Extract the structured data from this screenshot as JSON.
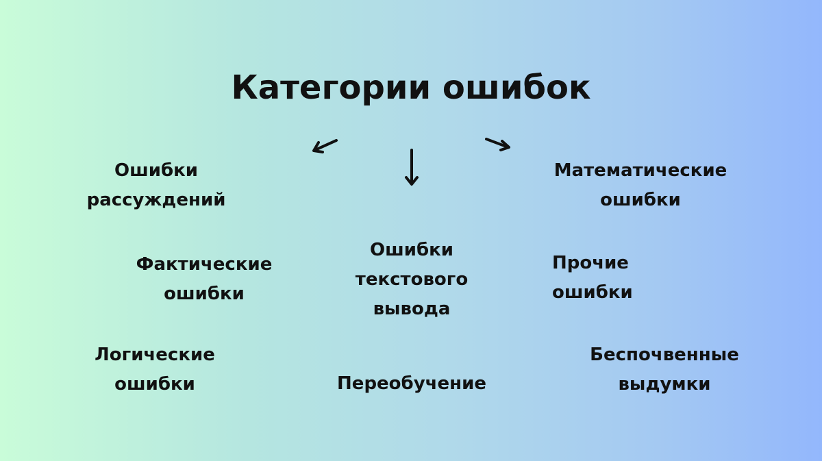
{
  "title": "Категории ошибок",
  "categories": {
    "reasoning": [
      "Ошибки",
      "рассуждений"
    ],
    "math": [
      "Математические",
      "ошибки"
    ],
    "factual": [
      "Фактические",
      "ошибки"
    ],
    "text_output": [
      "Ошибки",
      "текстового",
      "вывода"
    ],
    "other": [
      "Прочие",
      "ошибки"
    ],
    "logical": [
      "Логические",
      "ошибки"
    ],
    "overfitting": [
      "Переобучение"
    ],
    "hallucinations": [
      "Беспочвенные",
      "выдумки"
    ]
  }
}
